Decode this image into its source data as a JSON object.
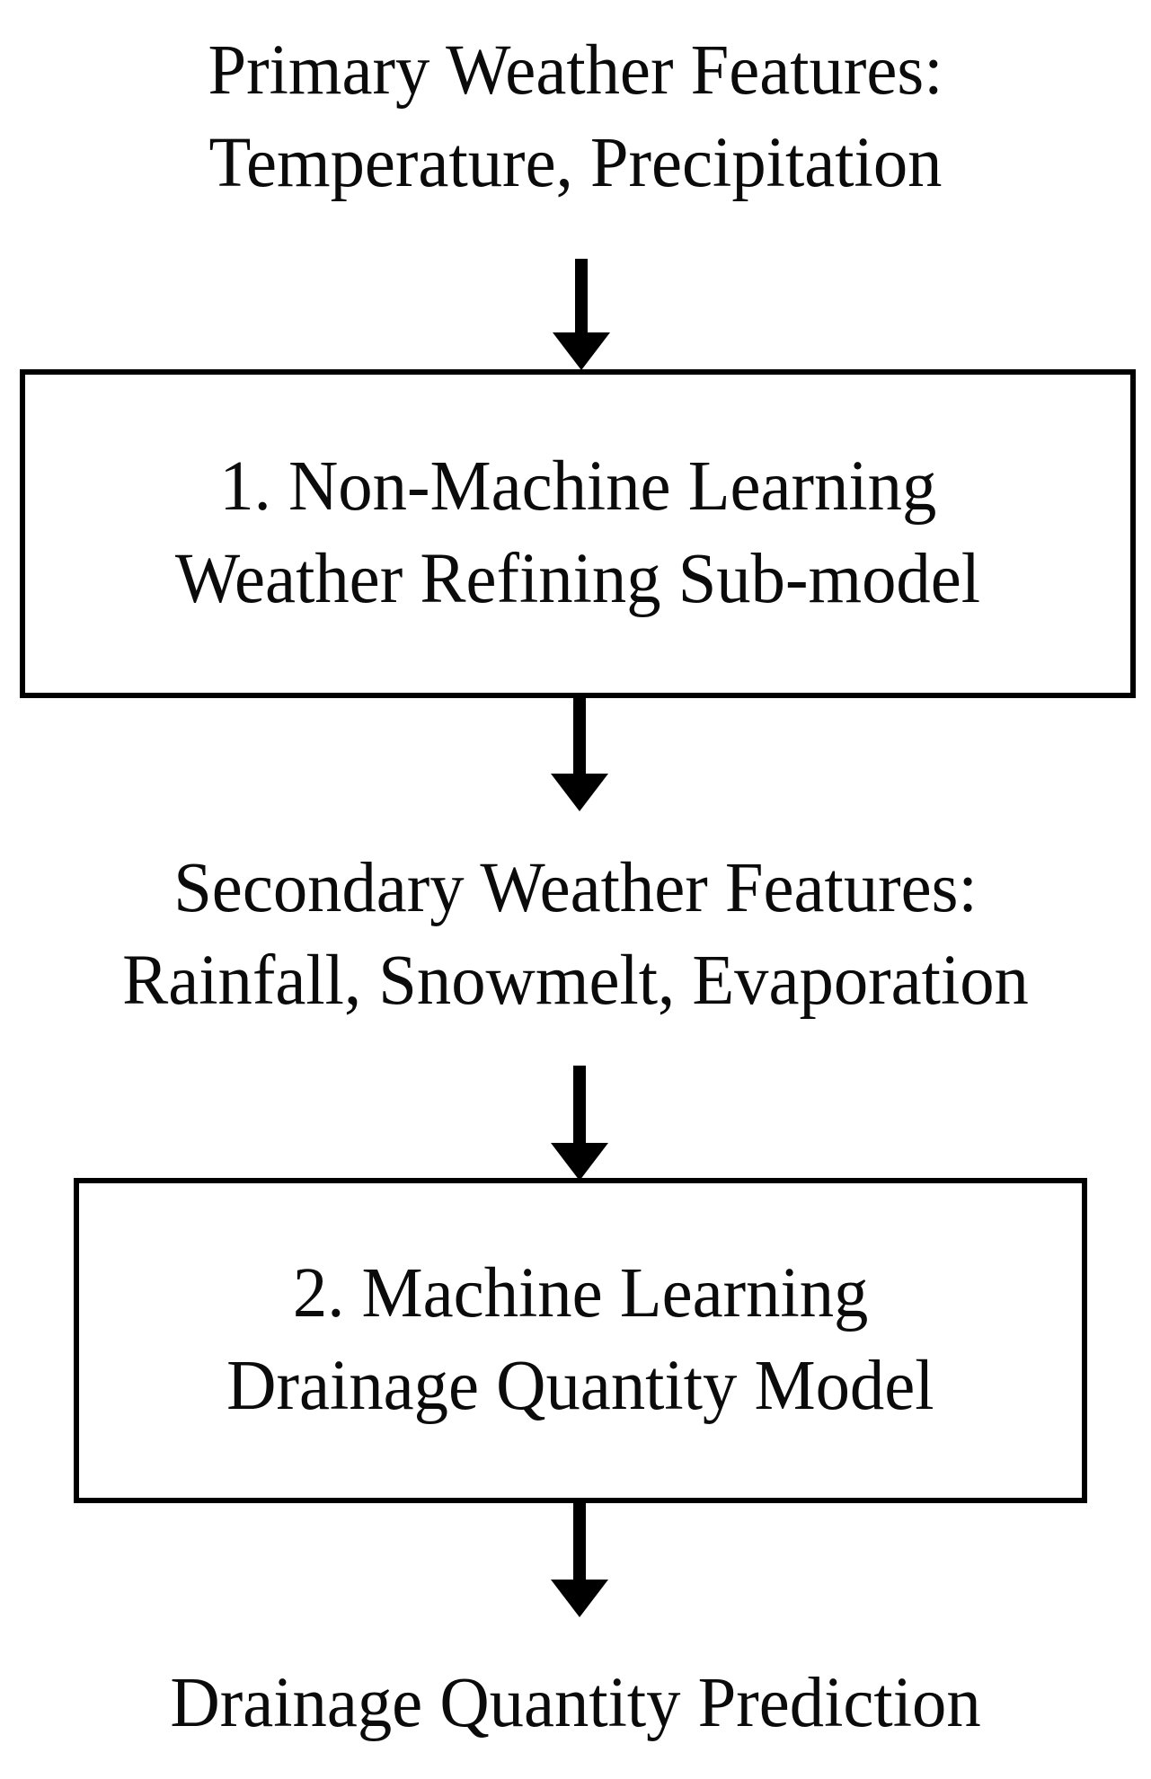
{
  "diagram": {
    "title": "Two-stage drainage quantity prediction flowchart",
    "orientation": "vertical-top-to-bottom",
    "background_color": "#ffffff",
    "line_color": "#000000",
    "text_color": "#0b0b0b",
    "nodes": [
      {
        "id": "primary-weather-features",
        "type": "label",
        "lines": [
          "Primary Weather Features:",
          "Temperature, Precipitation"
        ]
      },
      {
        "id": "non-ml-weather-refining-sub-model",
        "type": "process-box",
        "lines": [
          "1. Non-Machine Learning",
          "Weather Refining Sub-model"
        ]
      },
      {
        "id": "secondary-weather-features",
        "type": "label",
        "lines": [
          "Secondary Weather Features:",
          "Rainfall, Snowmelt, Evaporation"
        ]
      },
      {
        "id": "ml-drainage-quantity-model",
        "type": "process-box",
        "lines": [
          "2. Machine Learning",
          "Drainage Quantity Model"
        ]
      },
      {
        "id": "drainage-quantity-prediction",
        "type": "label",
        "lines": [
          "Drainage Quantity Prediction"
        ]
      }
    ],
    "edges": [
      {
        "id": "arrow-1",
        "from": "primary-weather-features",
        "to": "non-ml-weather-refining-sub-model",
        "style": "solid-arrow-down"
      },
      {
        "id": "arrow-2",
        "from": "non-ml-weather-refining-sub-model",
        "to": "secondary-weather-features",
        "style": "solid-arrow-down"
      },
      {
        "id": "arrow-3",
        "from": "secondary-weather-features",
        "to": "ml-drainage-quantity-model",
        "style": "solid-arrow-down"
      },
      {
        "id": "arrow-4",
        "from": "ml-drainage-quantity-model",
        "to": "drainage-quantity-prediction",
        "style": "solid-arrow-down"
      }
    ]
  }
}
